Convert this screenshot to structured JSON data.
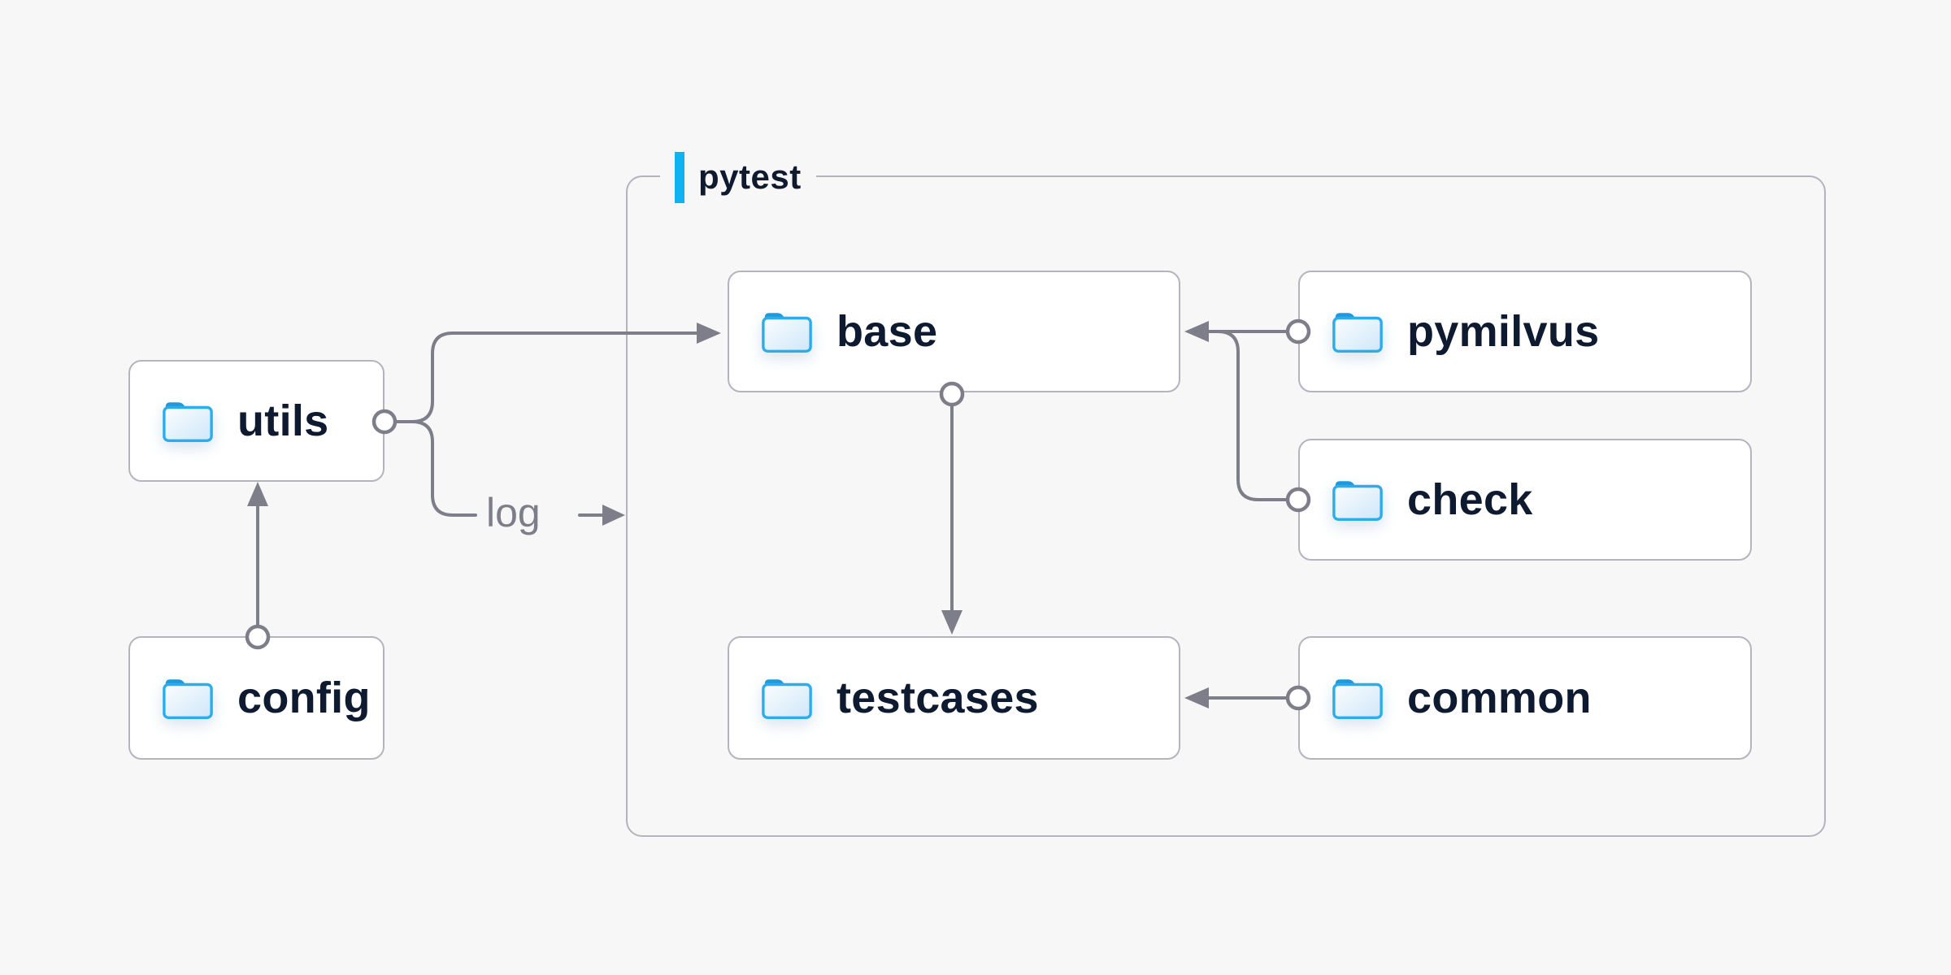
{
  "diagram": {
    "group": {
      "label": "pytest"
    },
    "nodes": [
      {
        "id": "utils",
        "label": "utils"
      },
      {
        "id": "config",
        "label": "config"
      },
      {
        "id": "base",
        "label": "base"
      },
      {
        "id": "pymilvus",
        "label": "pymilvus"
      },
      {
        "id": "check",
        "label": "check"
      },
      {
        "id": "testcases",
        "label": "testcases"
      },
      {
        "id": "common",
        "label": "common"
      }
    ],
    "edge_label": "log",
    "edges": [
      "config -> utils",
      "utils -> base",
      "utils -> log",
      "base -> testcases",
      "pymilvus -> base",
      "check -> base",
      "common -> testcases"
    ],
    "icons": {
      "node_icon": "folder-icon"
    },
    "colors": {
      "background": "#f7f7f8",
      "node_fill": "#ffffff",
      "node_border": "#b4b4bf",
      "group_border": "#b4b4bf",
      "line_gray": "#7e7e8a",
      "text_navy": "#0e1a30",
      "accent_blue": "#0fb3f1",
      "folder_blue": "#2badec",
      "folder_tab_blue": "#1f99dd"
    }
  }
}
